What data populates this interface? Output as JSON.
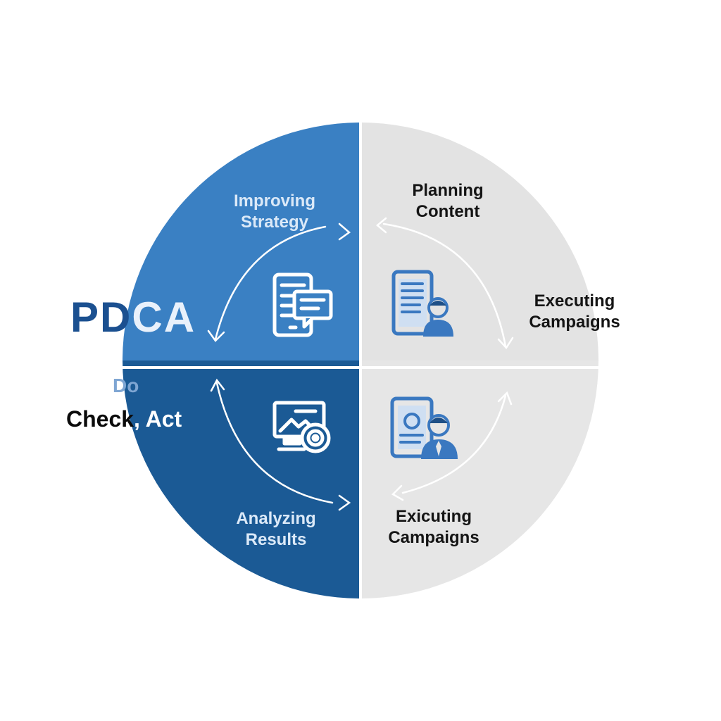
{
  "title": {
    "part_dark": "PD",
    "part_light": "CA"
  },
  "side_labels": {
    "do": "Do",
    "check_act_dark": "Check",
    "check_act_light": ", Act"
  },
  "quadrants": {
    "top_left": {
      "line1": "Improving",
      "line2": "Strategy",
      "icon": "phone-chat-icon",
      "color": "#3a80c3"
    },
    "top_right": {
      "line1": "Planning",
      "line2": "Content",
      "icon": "document-user-icon",
      "color": "#e3e3e3"
    },
    "right": {
      "line1": "Executing",
      "line2": "Campaigns"
    },
    "bottom_left": {
      "line1": "Analyzing",
      "line2": "Results",
      "icon": "monitor-webcam-icon",
      "color": "#1b5a95"
    },
    "bottom_right": {
      "line1": "Exicuting",
      "line2": "Campaigns",
      "icon": "tablet-businessman-icon",
      "color": "#e6e6e6"
    }
  },
  "colors": {
    "icon_blue": "#3a78c0",
    "icon_white": "#ffffff",
    "arrow_light": "#ffffff",
    "divider": "#ffffff"
  }
}
